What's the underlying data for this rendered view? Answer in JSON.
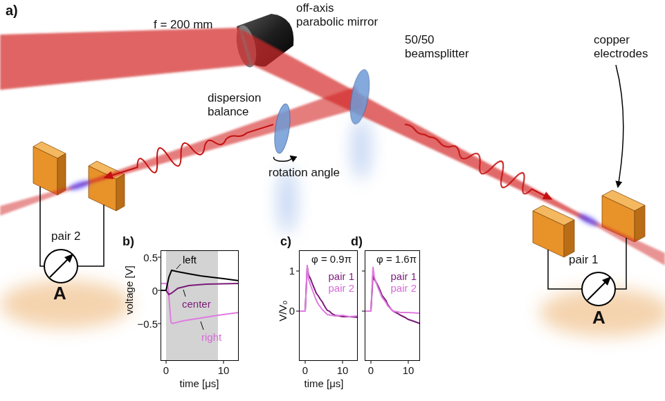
{
  "diagram": {
    "nodes": [
      {
        "text": [
          "b)",
          "left",
          "center",
          "right"
        ]
      },
      {
        "text": [
          "c)",
          "φ = 0.9π",
          "pair 1",
          "pair 2"
        ]
      },
      {
        "text": [
          "d)",
          "φ = 1.6π",
          "pair 1",
          "pair 2"
        ]
      }
    ],
    "labels": [
      "a)",
      "f = 200 mm",
      "off-axis parabolic mirror",
      "50/50 beamsplitter",
      "dispersion balance",
      "rotation angle",
      "copper electrodes",
      "pair 2",
      "A",
      "pair 1",
      "A",
      "0.5",
      "0",
      "−0.5",
      "voltage [V]",
      "0",
      "10",
      "time [μs]",
      "1",
      "0",
      "V/V₀",
      "0",
      "10",
      "time [μs]",
      "0",
      "10"
    ]
  }
}
